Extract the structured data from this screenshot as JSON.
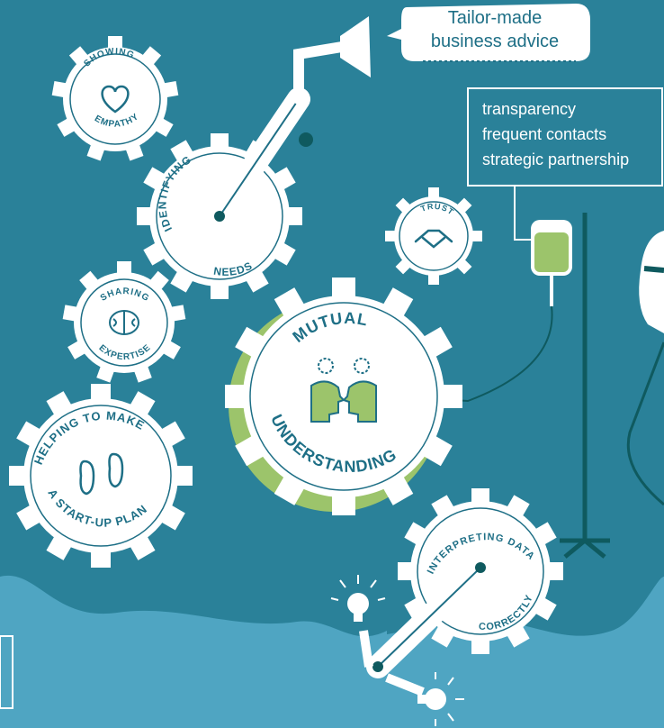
{
  "speech_bubble": {
    "line1": "Tailor-made",
    "line2": "business advice"
  },
  "info_box": {
    "items": [
      "transparency",
      "frequent contacts",
      "strategic partnership"
    ]
  },
  "gears": {
    "showing_empathy": {
      "top": "SHOWING",
      "bottom": "EMPATHY",
      "icon": "heart-icon"
    },
    "identifying_needs": {
      "top": "IDENTIFYING",
      "bottom": "NEEDS"
    },
    "trust": {
      "top": "TRUST",
      "icon": "handshake-icon"
    },
    "sharing_expertise": {
      "top": "SHARING",
      "bottom": "EXPERTISE",
      "icon": "brain-icon"
    },
    "mutual_understanding": {
      "top": "MUTUAL",
      "bottom": "UNDERSTANDING",
      "icon": "heads-with-gears-icon"
    },
    "helping_plan": {
      "top": "HELPING TO MAKE",
      "bottom": "A START-UP PLAN",
      "icon": "footprints-icon"
    },
    "interpreting_data": {
      "top": "INTERPRETING DATA",
      "bottom": "CORRECTLY"
    }
  },
  "colors": {
    "background": "#2a8199",
    "water": "#4fa5c2",
    "gear": "#ffffff",
    "accent_green": "#9cc46b",
    "dark_teal": "#0f5a5f",
    "text": "#1e6f86"
  }
}
